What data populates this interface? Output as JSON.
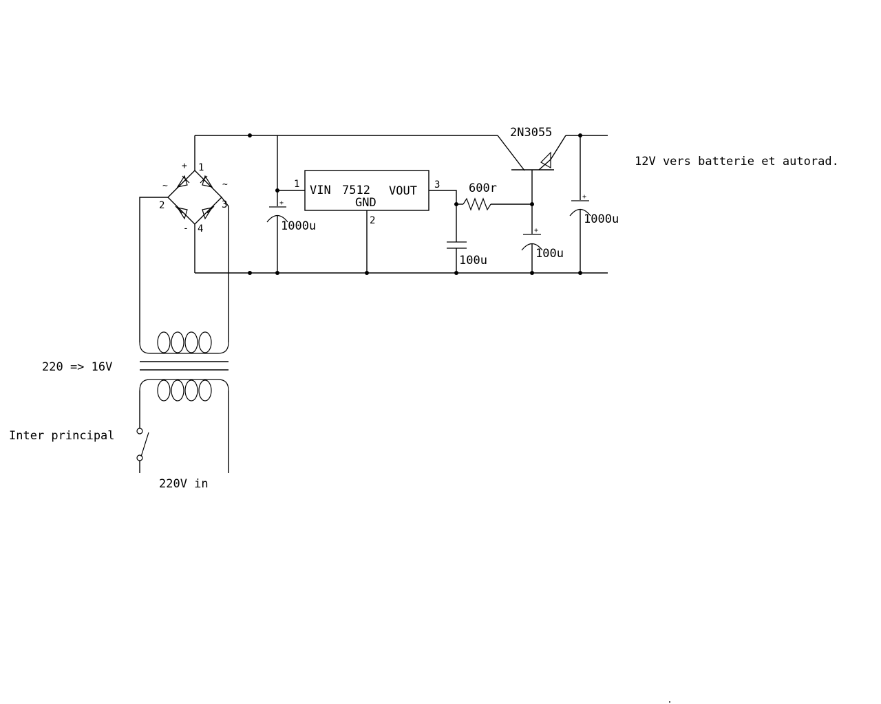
{
  "components": {
    "regulator": {
      "pin_in": "VIN",
      "part": "7512",
      "pin_out": "VOUT",
      "pin_gnd": "GND",
      "pin1": "1",
      "pin2": "2",
      "pin3": "3"
    },
    "transistor": {
      "part": "2N3055"
    },
    "resistor": {
      "value": "600r"
    },
    "cap_input": {
      "value": "1000u",
      "polarity": "+"
    },
    "cap_filter": {
      "value": "100u"
    },
    "cap_base": {
      "value": "100u",
      "polarity": "+"
    },
    "cap_output": {
      "value": "1000u",
      "polarity": "+"
    },
    "bridge": {
      "plus": "+",
      "minus": "-",
      "ac_left": "~",
      "ac_right": "~",
      "pin1": "1",
      "pin2": "2",
      "pin3": "3",
      "pin4": "4"
    }
  },
  "labels": {
    "output": "12V vers batterie et autorad.",
    "transformer": "220 => 16V",
    "switch": "Inter principal",
    "mains_input": "220V in"
  }
}
